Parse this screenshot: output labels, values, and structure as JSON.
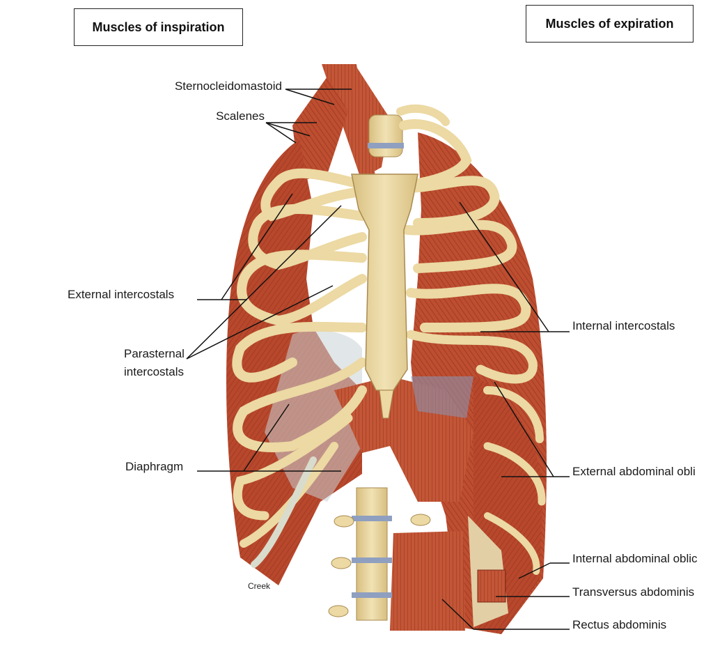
{
  "headers": {
    "inspiration": "Muscles of inspiration",
    "expiration": "Muscles of expiration"
  },
  "labels": {
    "sternocleidomastoid": "Sternocleidomastoid",
    "scalenes": "Scalenes",
    "external_intercostals": "External intercostals",
    "parasternal_line1": "Parasternal",
    "parasternal_line2": "intercostals",
    "diaphragm": "Diaphragm",
    "internal_intercostals": "Internal intercostals",
    "external_abdominal_oblique": "External abdominal obli",
    "internal_abdominal_oblique": "Internal abdominal oblic",
    "transversus_abdominis": "Transversus abdominis",
    "rectus_abdominis": "Rectus abdominis"
  },
  "credit": "Creek",
  "colors": {
    "muscle": "#b8482c",
    "muscle_dark": "#8e2e1c",
    "muscle_light": "#d46a48",
    "bone": "#ecd9a3",
    "bone_shade": "#c9ad6e",
    "cartilage": "#c9d0c0",
    "leader": "#111111"
  }
}
